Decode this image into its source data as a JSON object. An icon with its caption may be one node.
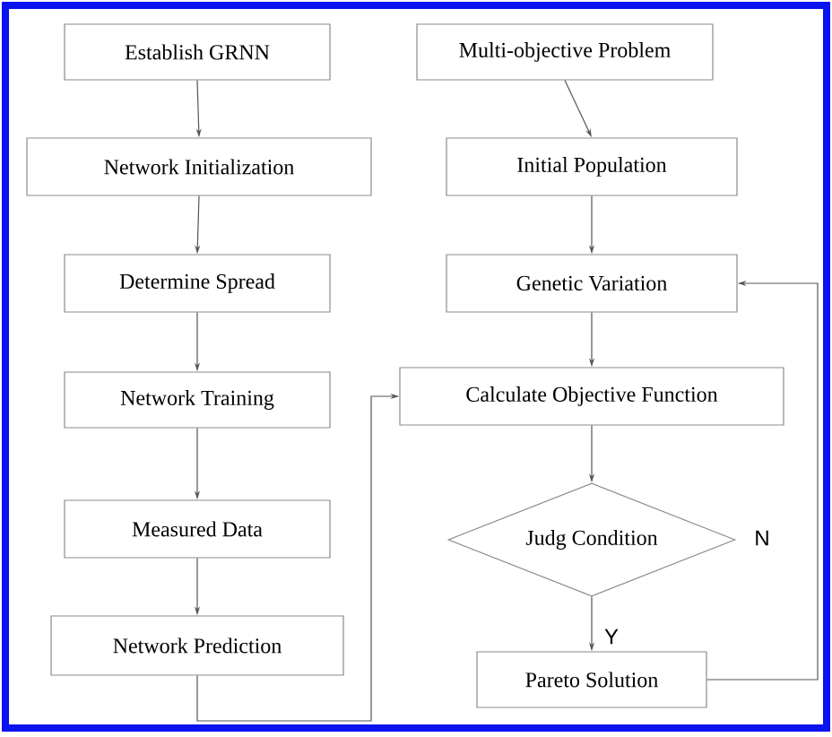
{
  "diagram": {
    "nodes": [
      {
        "text": [
          "Establish GRNN"
        ]
      },
      {
        "text": [
          "Network Initialization"
        ]
      },
      {
        "text": [
          "Determine Spread"
        ]
      },
      {
        "text": [
          "Network Training"
        ]
      },
      {
        "text": [
          "Measured Data"
        ]
      },
      {
        "text": [
          "Network Prediction"
        ]
      },
      {
        "text": [
          "Multi-objective Problem"
        ]
      },
      {
        "text": [
          "Initial Population"
        ]
      },
      {
        "text": [
          "Genetic Variation"
        ]
      },
      {
        "text": [
          "Calculate Objective Function"
        ]
      },
      {
        "text": [
          "Judg Condition"
        ]
      },
      {
        "text": [
          "Pareto Solution"
        ]
      }
    ],
    "edges": [
      {
        "from": 0,
        "to": 1,
        "arrow": "to"
      },
      {
        "from": 1,
        "to": 2,
        "arrow": "to"
      },
      {
        "from": 2,
        "to": 3,
        "arrow": "to"
      },
      {
        "from": 3,
        "to": 4,
        "arrow": "to"
      },
      {
        "from": 4,
        "to": 5,
        "arrow": "to"
      },
      {
        "from": 6,
        "to": 7,
        "arrow": "to"
      },
      {
        "from": 7,
        "to": 8,
        "arrow": "to"
      },
      {
        "from": 8,
        "to": 9,
        "arrow": "to"
      },
      {
        "from": 9,
        "to": 10,
        "arrow": "to"
      },
      {
        "from": 10,
        "to": 11,
        "arrow": "to",
        "label": "Y"
      },
      {
        "from": 11,
        "to": 8,
        "arrow": "to",
        "label": "N"
      },
      {
        "from": 5,
        "to": 9,
        "arrow": "to"
      }
    ]
  }
}
